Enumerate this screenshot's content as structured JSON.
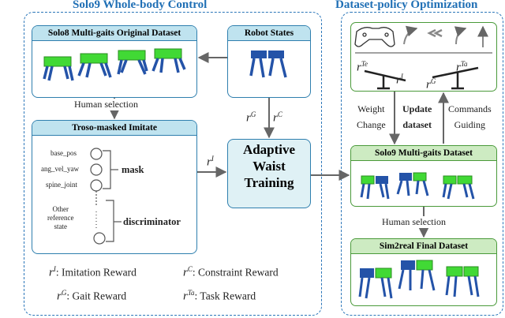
{
  "titles": {
    "left": "Solo9 Whole-body Control",
    "right": "Dataset-policy Optimization"
  },
  "boxes": {
    "solo8": "Solo8 Multi-gaits Original Dataset",
    "robot_states": "Robot States",
    "masked": "Troso-masked Imitate",
    "awt": [
      "Adaptive",
      "Waist",
      "Training"
    ],
    "solo9": "Solo9 Multi-gaits Dataset",
    "sim2real": "Sim2real Final Dataset"
  },
  "labels": {
    "human_selection_left": "Human selection",
    "human_selection_right": "Human selection",
    "weight_change": [
      "Weight",
      "Change"
    ],
    "update_dataset": [
      "Update",
      "dataset"
    ],
    "commands_guiding": [
      "Commands",
      "Guiding"
    ],
    "mask": "mask",
    "discriminator": "discriminator"
  },
  "mask_items": [
    "base_pos",
    "ang_vel_yaw",
    "spine_joint"
  ],
  "other_ref": [
    "Other",
    "reference",
    "state"
  ],
  "rewards": {
    "rG": {
      "sym": "r",
      "sup": "G"
    },
    "rC": {
      "sym": "r",
      "sup": "C"
    },
    "rI": {
      "sym": "r",
      "sup": "I"
    },
    "rTa": {
      "sym": "r",
      "sup": "Ta"
    }
  },
  "legend": [
    {
      "sym": "r",
      "sup": "I",
      "text": ": Imitation Reward"
    },
    {
      "sym": "r",
      "sup": "C",
      "text": ": Constraint Reward"
    },
    {
      "sym": "r",
      "sup": "G",
      "text": ": Gait Reward"
    },
    {
      "sym": "r",
      "sup": "Ta",
      "text": ": Task Reward"
    }
  ],
  "colors": {
    "blue_border": "#2b76b9",
    "green_border": "#4a9a3a",
    "robot_green": "#41d935",
    "robot_blue": "#2453a8"
  }
}
